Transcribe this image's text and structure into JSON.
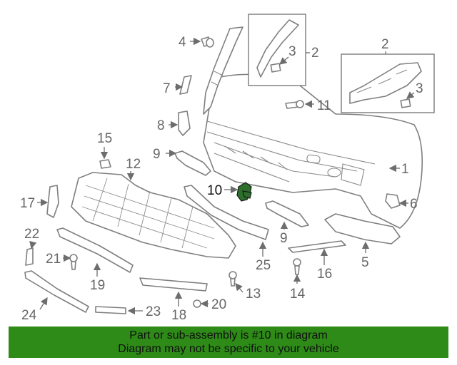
{
  "callouts": {
    "c1": "1",
    "c2a": "2",
    "c2b": "2",
    "c3a": "3",
    "c3b": "3",
    "c4": "4",
    "c5": "5",
    "c6": "6",
    "c7": "7",
    "c8": "8",
    "c9a": "9",
    "c9b": "9",
    "c10": "10",
    "c11": "11",
    "c12": "12",
    "c13": "13",
    "c14": "14",
    "c15": "15",
    "c16": "16",
    "c17": "17",
    "c18": "18",
    "c19": "19",
    "c20": "20",
    "c21": "21",
    "c22": "22",
    "c23": "23",
    "c24": "24",
    "c25": "25"
  },
  "highlight": {
    "part_number": "10",
    "color": "#2e8b18"
  },
  "banner": {
    "line1": "Part or sub-assembly is #10 in diagram",
    "line2": "Diagram may not be specific to your vehicle"
  }
}
